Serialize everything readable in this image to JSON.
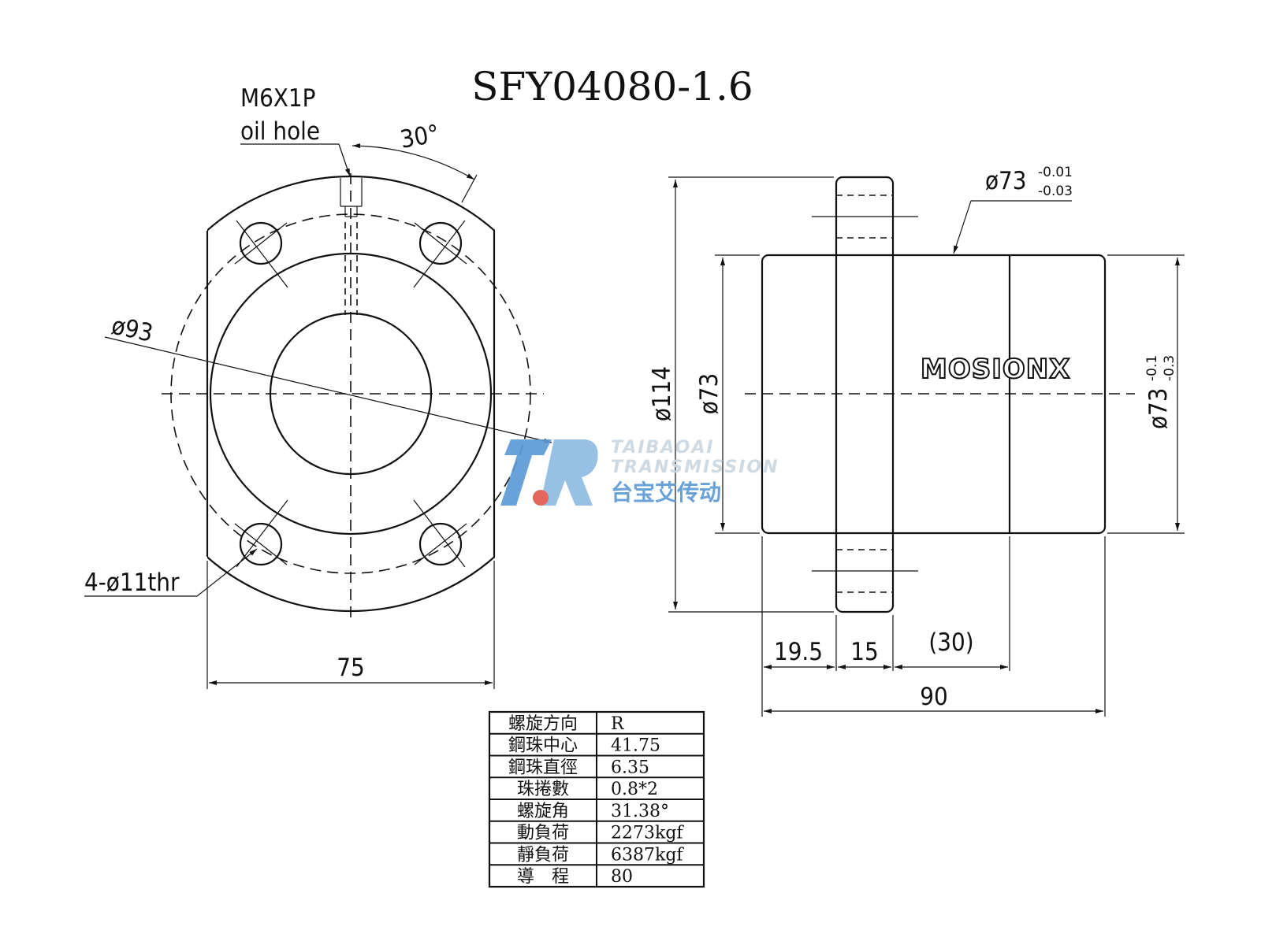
{
  "title": "SFY04080-1.6",
  "front_view": {
    "oil_hole_thread": "M6X1P",
    "oil_hole_label": "oil hole",
    "angle": "30°",
    "pcd": "ø93",
    "holes": "4-ø11thr",
    "width": "75"
  },
  "side_view": {
    "flange_od": "ø114",
    "body_od_left": "ø73",
    "body_od_top": "ø73",
    "body_od_top_upper_tol": "-0.01",
    "body_od_top_lower_tol": "-0.03",
    "body_od_right": "ø73",
    "body_od_right_upper_tol": "-0.1",
    "body_od_right_lower_tol": "-0.3",
    "len_19_5": "19.5",
    "len_15": "15",
    "len_30": "(30)",
    "len_total": "90"
  },
  "logo": {
    "text": "MOSIONX"
  },
  "watermark": {
    "line1": "TAIBAOAI",
    "line2": "TRANSMISSION",
    "chinese": "台宝艾传动",
    "colors": {
      "blue": "#5d9bd6",
      "red": "#e05a4e",
      "light": "#c9d6e1"
    }
  },
  "spec_table": [
    {
      "label": "螺旋方向",
      "value": "R"
    },
    {
      "label": "鋼珠中心",
      "value": "41.75"
    },
    {
      "label": "鋼珠直徑",
      "value": "6.35"
    },
    {
      "label": "珠捲數",
      "value": "0.8*2"
    },
    {
      "label": "螺旋角",
      "value": "31.38°"
    },
    {
      "label": "動負荷",
      "value": "2273kgf"
    },
    {
      "label": "靜負荷",
      "value": "6387kgf"
    },
    {
      "label": "導　程",
      "value": "80"
    }
  ]
}
